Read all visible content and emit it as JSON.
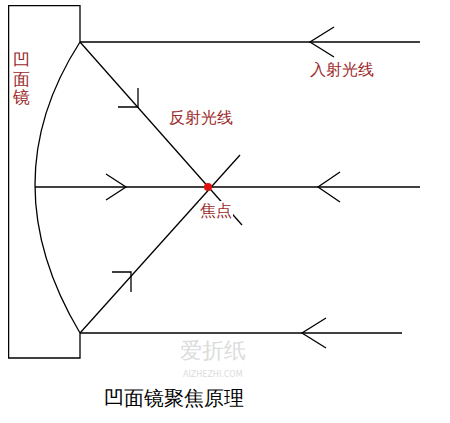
{
  "diagram": {
    "caption": "凹面镜聚焦原理",
    "nodes": [
      {
        "text": [
          "凹面镜"
        ]
      }
    ],
    "labels": [
      "入射光线",
      "反射光线",
      "焦点",
      "爱折纸",
      "AIZHEZHI.COM"
    ]
  }
}
